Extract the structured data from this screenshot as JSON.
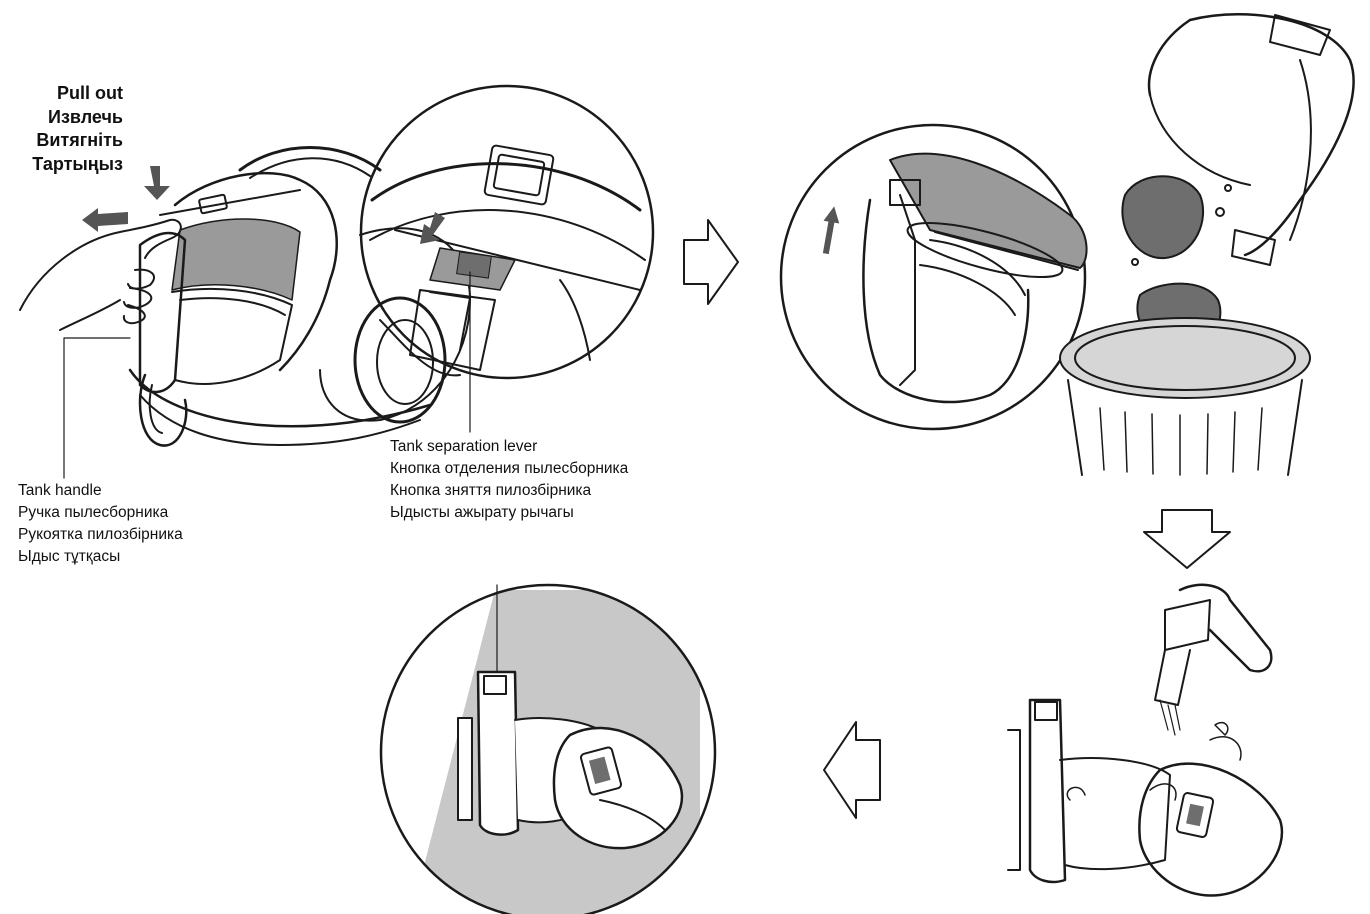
{
  "labels": {
    "pull_out": [
      "Pull out",
      "Извлечь",
      "Витягніть",
      "Тартыңыз"
    ],
    "tank_separation_lever": [
      "Tank separation lever",
      "Кнопка отделения пылесборника",
      "Кнопка зняття пилозбірника",
      "Ыдысты ажырату рычагы"
    ],
    "tank_handle": [
      "Tank handle",
      "Ручка пылесборника",
      "Рукоятка пилозбірника",
      "Ыдыс тұтқасы"
    ]
  },
  "colors": {
    "line": "#1a1a1a",
    "gray_fill": "#9a9a9a",
    "light_gray": "#d6d6d6",
    "shade": "#c8c8c8"
  }
}
